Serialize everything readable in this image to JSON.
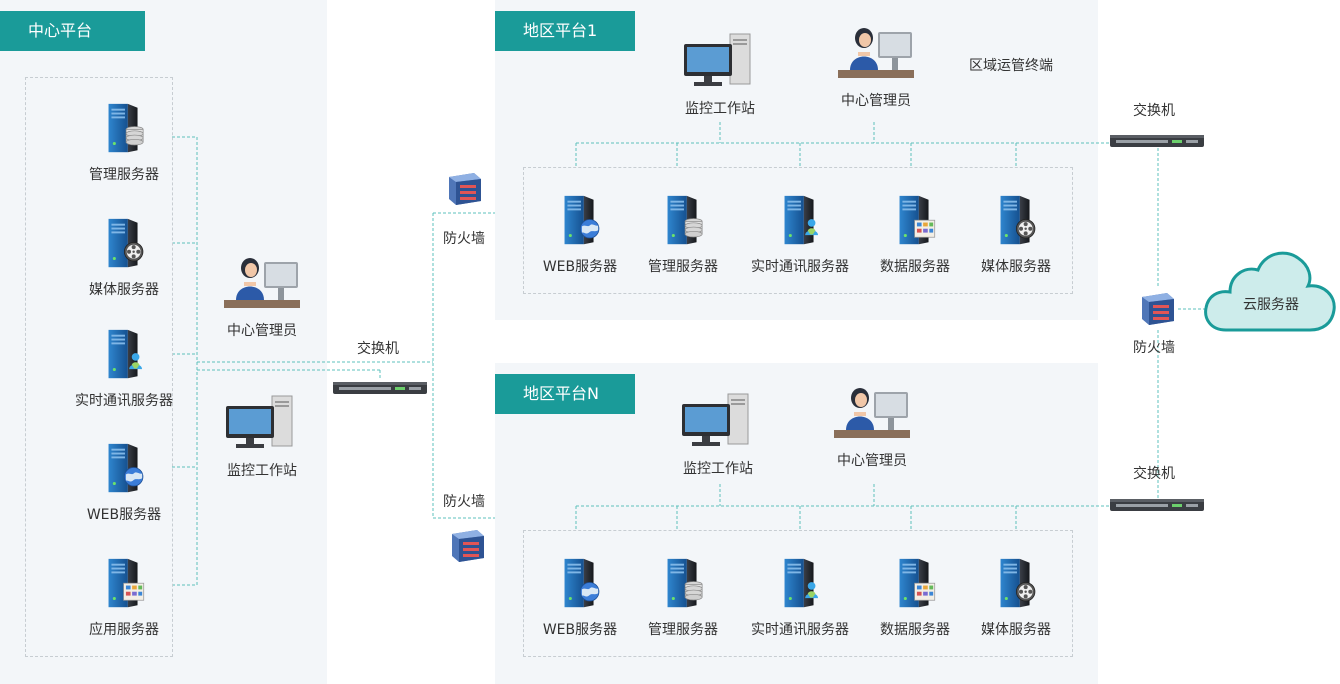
{
  "center": {
    "title": "中心平台",
    "servers": [
      "管理服务器",
      "媒体服务器",
      "实时通讯服务器",
      "WEB服务器",
      "应用服务器"
    ],
    "admin": "中心管理员",
    "workstation": "监控工作站"
  },
  "middle": {
    "switch_label": "交换机",
    "firewall_top": "防火墙",
    "firewall_bottom": "防火墙"
  },
  "region1": {
    "title": "地区平台1",
    "workstation": "监控工作站",
    "admin": "中心管理员",
    "terminal": "区域运管终端",
    "servers": [
      "WEB服务器",
      "管理服务器",
      "实时通讯服务器",
      "数据服务器",
      "媒体服务器"
    ]
  },
  "regionN": {
    "title": "地区平台N",
    "workstation": "监控工作站",
    "admin": "中心管理员",
    "servers": [
      "WEB服务器",
      "管理服务器",
      "实时通讯服务器",
      "数据服务器",
      "媒体服务器"
    ]
  },
  "right": {
    "switch_top": "交换机",
    "switch_bottom": "交换机",
    "firewall": "防火墙",
    "cloud": "云服务器"
  },
  "colors": {
    "accent": "#1a9b99",
    "panel": "#f3f6f9",
    "connector": "#5cc0bc",
    "server_blue": "#1e6fb8",
    "cloud_fill": "#cdeceb"
  }
}
